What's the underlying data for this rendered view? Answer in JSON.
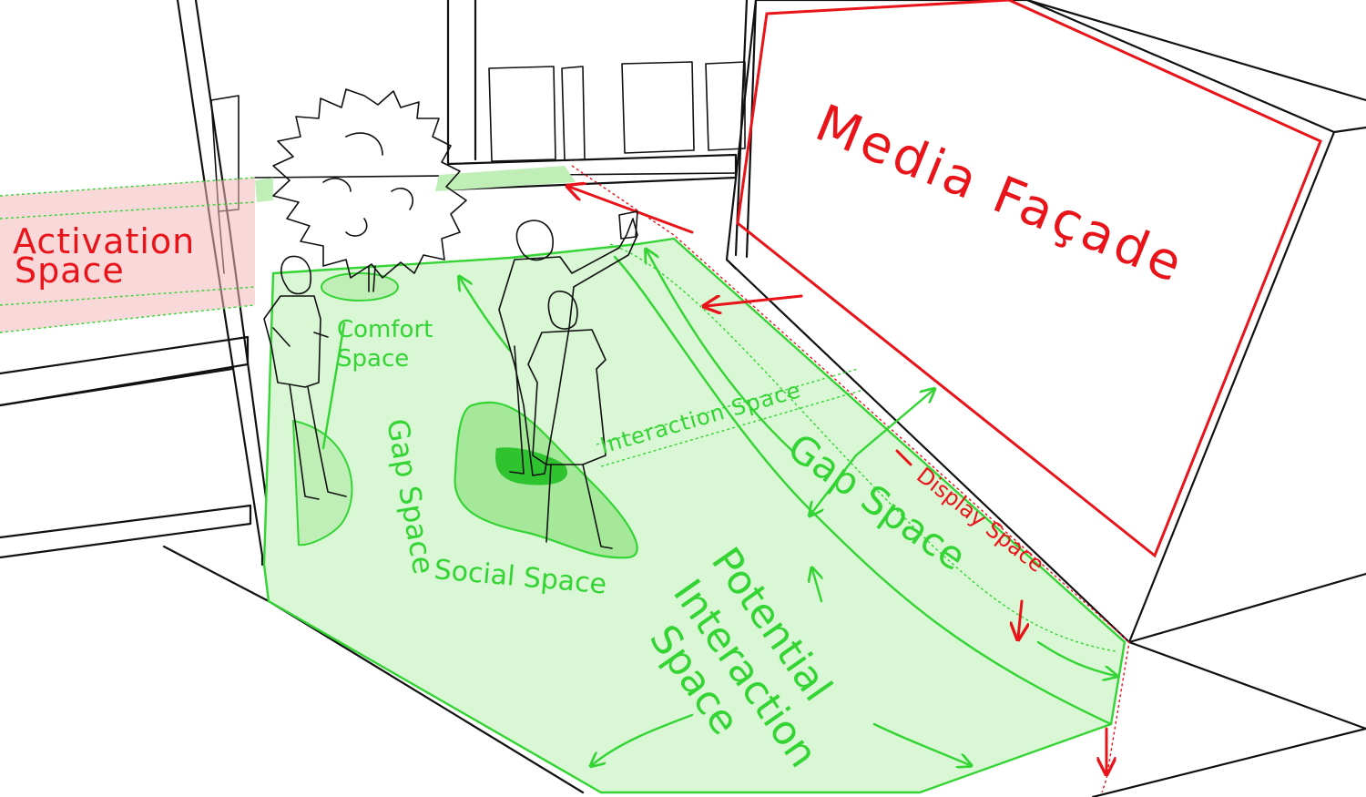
{
  "colors": {
    "red": "#e8141a",
    "green": "#33d433",
    "green_fill": "#d9f7d4",
    "green_dark": "#2fc42f",
    "ink": "#111111"
  },
  "labels": {
    "media_facade": "Media Façade",
    "activation_space_1": "Activation",
    "activation_space_2": "Space",
    "comfort_space_1": "Comfort",
    "comfort_space_2": "Space",
    "gap_space_left": "Gap Space",
    "interaction_space": "Interaction Space",
    "gap_space_right": "Gap Space",
    "display_space": "Display Space",
    "social_space": "Social Space",
    "potential_1": "Potential",
    "potential_2": "Interaction",
    "potential_3": "Space"
  }
}
